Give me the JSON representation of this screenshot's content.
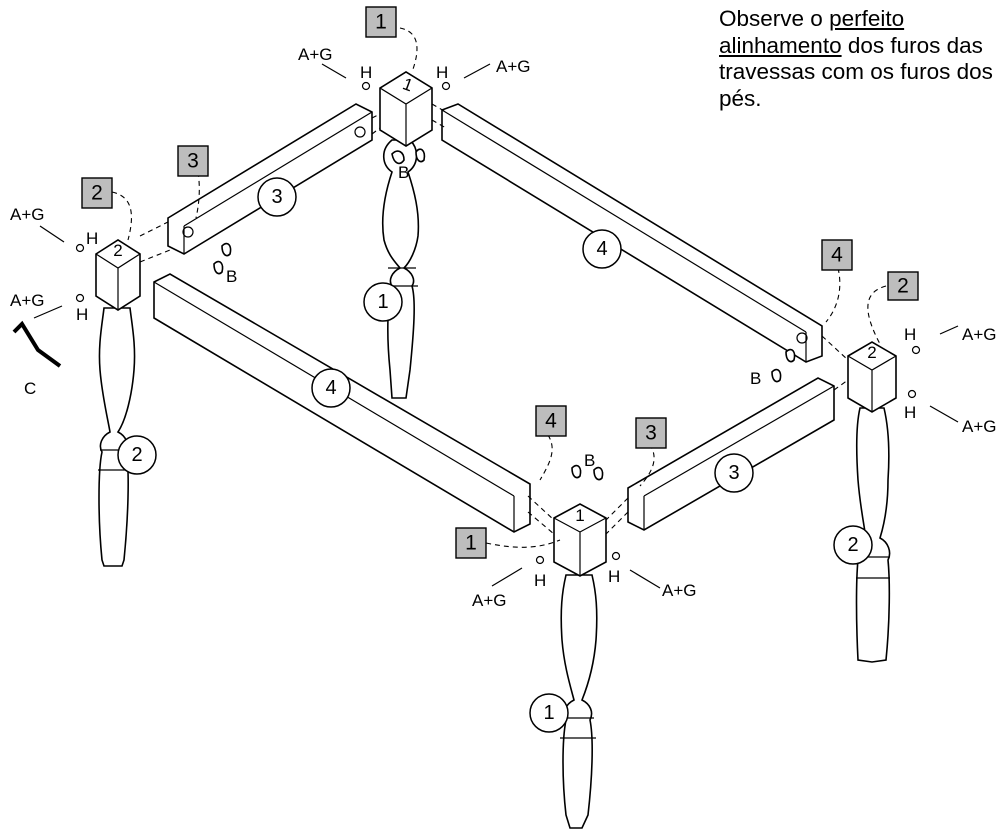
{
  "note": {
    "before_1": "Observe o ",
    "underlined_1": "perfeito",
    "underlined_2": "alinhamento",
    "after_2": " dos furos das travessas com os furos dos pés."
  },
  "callouts": {
    "leg": "1",
    "leg_rear": "2",
    "rail_short": "3",
    "rail_long": "4"
  },
  "hardware": {
    "bolt_washer": "A+G",
    "washer": "H",
    "bracket": "B",
    "key": "C"
  }
}
